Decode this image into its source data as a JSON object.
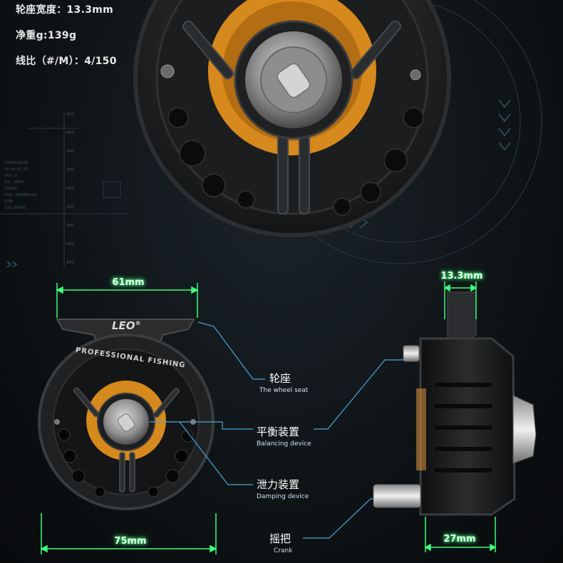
{
  "specs": [
    {
      "label": "轮座宽度：",
      "value": "13.3mm"
    },
    {
      "label": "净重g:",
      "value": "139g"
    },
    {
      "label": "线比（#/M）：",
      "value": "4/150"
    }
  ],
  "brand": {
    "logo": "LEO",
    "logo_mark": "®",
    "arc_text": "PROFESSIONAL FISHING"
  },
  "dimensions": {
    "seat_width": "61mm",
    "reel_diameter": "75mm",
    "foot_width": "13.3mm",
    "side_width": "27mm"
  },
  "callouts": [
    {
      "zh": "轮座",
      "en": "The wheel seat"
    },
    {
      "zh": "平衡装置",
      "en": "Balancing device"
    },
    {
      "zh": "泄力装置",
      "en": "Damping device"
    },
    {
      "zh": "摇把",
      "en": "Crank"
    }
  ],
  "hud": {
    "scale_ticks": [
      "800",
      "600",
      "400",
      "200",
      "000",
      "200",
      "400",
      "600",
      "800"
    ],
    "info_lines": [
      "2DX00XX8/88",
      "00:00:02:05",
      "2KSC-8",
      "2nC_JONI0",
      "CARGUD",
      "BTN1 UNOKN08/LN",
      "630B",
      "CCN1/MFA01"
    ]
  },
  "colors": {
    "accent_green": "#3cff7a",
    "leader_blue": "#4aa8d8",
    "orange_spool": "#e8921a"
  }
}
